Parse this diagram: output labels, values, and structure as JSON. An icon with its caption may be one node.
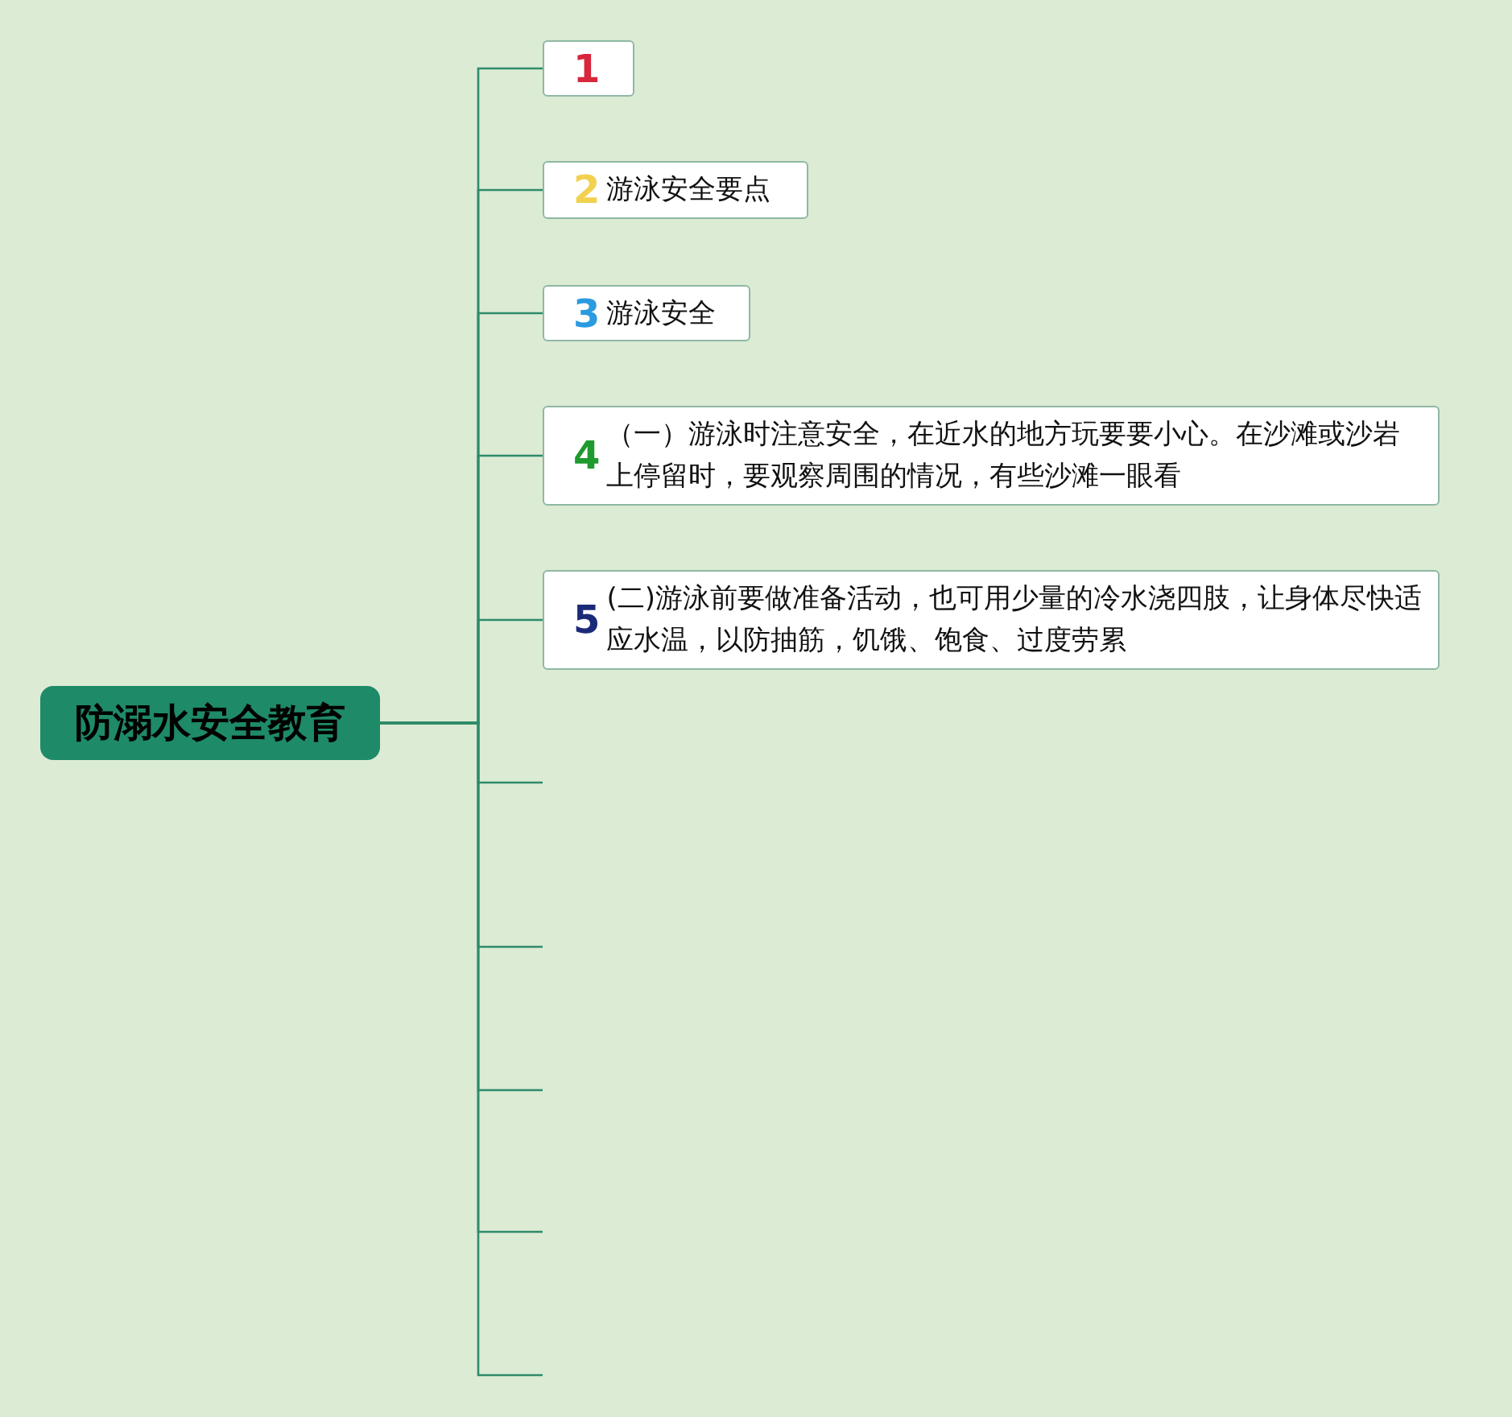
{
  "diagram": {
    "nodes": [
      {
        "text": [
          "防溺水安全教育"
        ]
      },
      {
        "text": [
          "1"
        ]
      },
      {
        "text": [
          "2",
          "游泳安全要点"
        ]
      },
      {
        "text": [
          "3",
          "游泳安全"
        ]
      },
      {
        "text": [
          "4",
          "（一）游泳时注意安全，在近水的地方玩要要小心。在沙滩或沙岩上停留时，要观察周围的情况，有些沙滩一眼看"
        ]
      },
      {
        "text": [
          "5",
          "(二)游泳前要做准备活动，也可用少量的冷水浇四肢，让身体尽快适应水温，以防抽筋，饥饿、饱食、过度劳累"
        ]
      }
    ],
    "edges": [
      {
        "from": 0,
        "to": 1,
        "arrow": "none"
      },
      {
        "from": 0,
        "to": 2,
        "arrow": "none"
      },
      {
        "from": 0,
        "to": 3,
        "arrow": "none"
      },
      {
        "from": 0,
        "to": 4,
        "arrow": "none"
      },
      {
        "from": 0,
        "to": 5,
        "arrow": "none"
      },
      {
        "from": 0,
        "to": null,
        "arrow": "none"
      },
      {
        "from": 0,
        "to": null,
        "arrow": "none"
      },
      {
        "from": 0,
        "to": null,
        "arrow": "none"
      },
      {
        "from": 0,
        "to": null,
        "arrow": "none"
      },
      {
        "from": 0,
        "to": null,
        "arrow": "none"
      }
    ]
  }
}
